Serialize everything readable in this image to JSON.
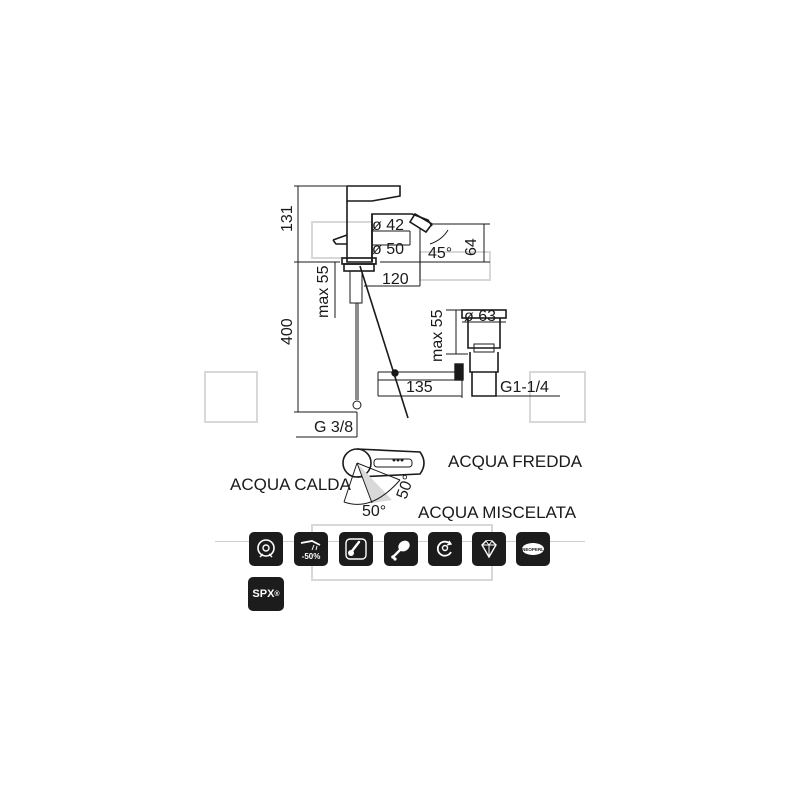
{
  "dimensions": {
    "height_top": "131",
    "height_mid": "400",
    "diameter_1": "ø 42",
    "diameter_2": "ø 50",
    "angle": "45°",
    "spout_height": "64",
    "reach": "120",
    "max_1": "max 55",
    "drain_diameter": "ø 63",
    "max_2": "max 55",
    "drain_offset": "135",
    "drain_thread": "G1-1/4",
    "inlet_thread": "G 3/8"
  },
  "lever": {
    "hot_label": "ACQUA CALDA",
    "cold_label": "ACQUA FREDDA",
    "mixed_label": "ACQUA MISCELATA",
    "angle_left": "50°",
    "angle_right": "50°"
  },
  "features": {
    "icons": [
      "aerator-icon",
      "water-saving-icon",
      "thermometer-icon",
      "chicken-leg-icon",
      "swivel-icon",
      "diamond-icon",
      "neoperl-icon"
    ],
    "water_saving_text": "-50%",
    "neoperl_text": "NEOPERL",
    "spx_text": "SPX",
    "spx_mark": "®"
  },
  "colors": {
    "line": "#1a1a1a",
    "icon_bg": "#1c1c1c"
  }
}
